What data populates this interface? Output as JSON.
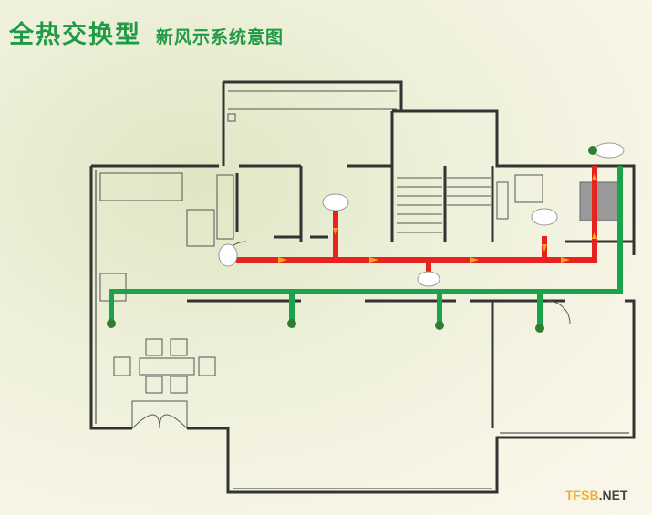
{
  "title": {
    "main": "全热交换型",
    "sub": "新风示系统意图"
  },
  "watermark": {
    "part1": "TFSB",
    "part2": ".NET"
  },
  "colors": {
    "title": "#1f9a45",
    "supply_duct": "#1aa34a",
    "exhaust_duct": "#e8231f",
    "arrow": "#f5a623"
  }
}
